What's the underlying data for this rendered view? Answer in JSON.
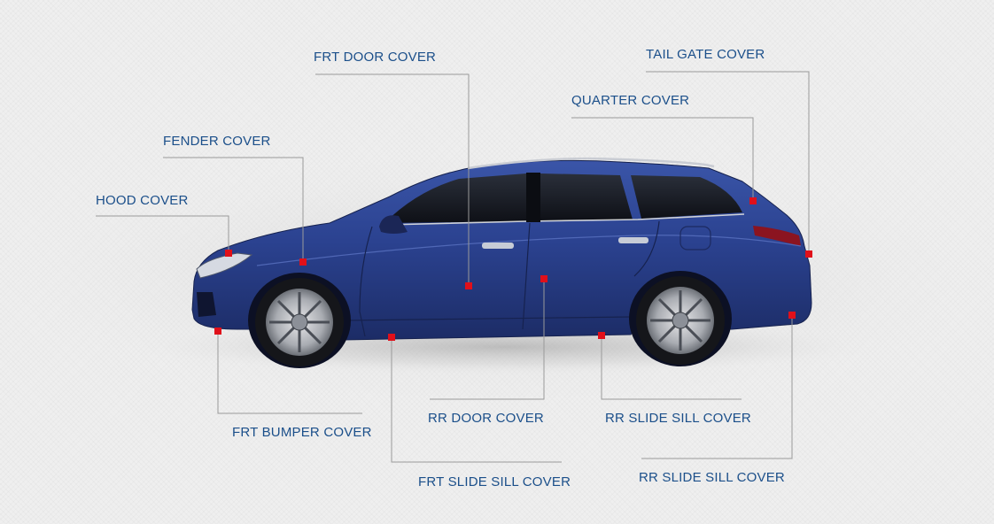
{
  "colors": {
    "label": "#1b4f8a",
    "leader": "#9a9a9a",
    "marker": "#e0101a",
    "car_body": "#283e8a",
    "car_dark": "#18245a",
    "glass": "#14171e"
  },
  "parts": [
    {
      "id": "hood",
      "label": "HOOD COVER"
    },
    {
      "id": "fender",
      "label": "FENDER COVER"
    },
    {
      "id": "frt-door",
      "label": "FRT DOOR COVER"
    },
    {
      "id": "quarter",
      "label": "QUARTER COVER"
    },
    {
      "id": "tail-gate",
      "label": "TAIL GATE COVER"
    },
    {
      "id": "frt-bumper",
      "label": "FRT BUMPER COVER"
    },
    {
      "id": "frt-slide-sill",
      "label": "FRT SLIDE SILL COVER"
    },
    {
      "id": "rr-door",
      "label": "RR DOOR COVER"
    },
    {
      "id": "rr-slide-sill-upper",
      "label": "RR SLIDE SILL COVER"
    },
    {
      "id": "rr-slide-sill-lower",
      "label": "RR SLIDE SILL COVER"
    }
  ]
}
